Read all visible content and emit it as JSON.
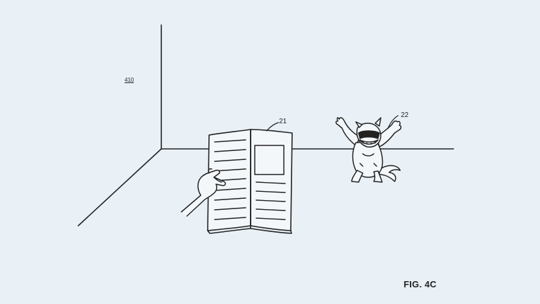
{
  "labels": {
    "room_ref": "410",
    "book_ref": "21",
    "creature_ref": "22",
    "figure": "FIG. 4C"
  },
  "colors": {
    "background": "#e9f1f7",
    "ink": "#222222",
    "paper": "#f4f7fa"
  }
}
